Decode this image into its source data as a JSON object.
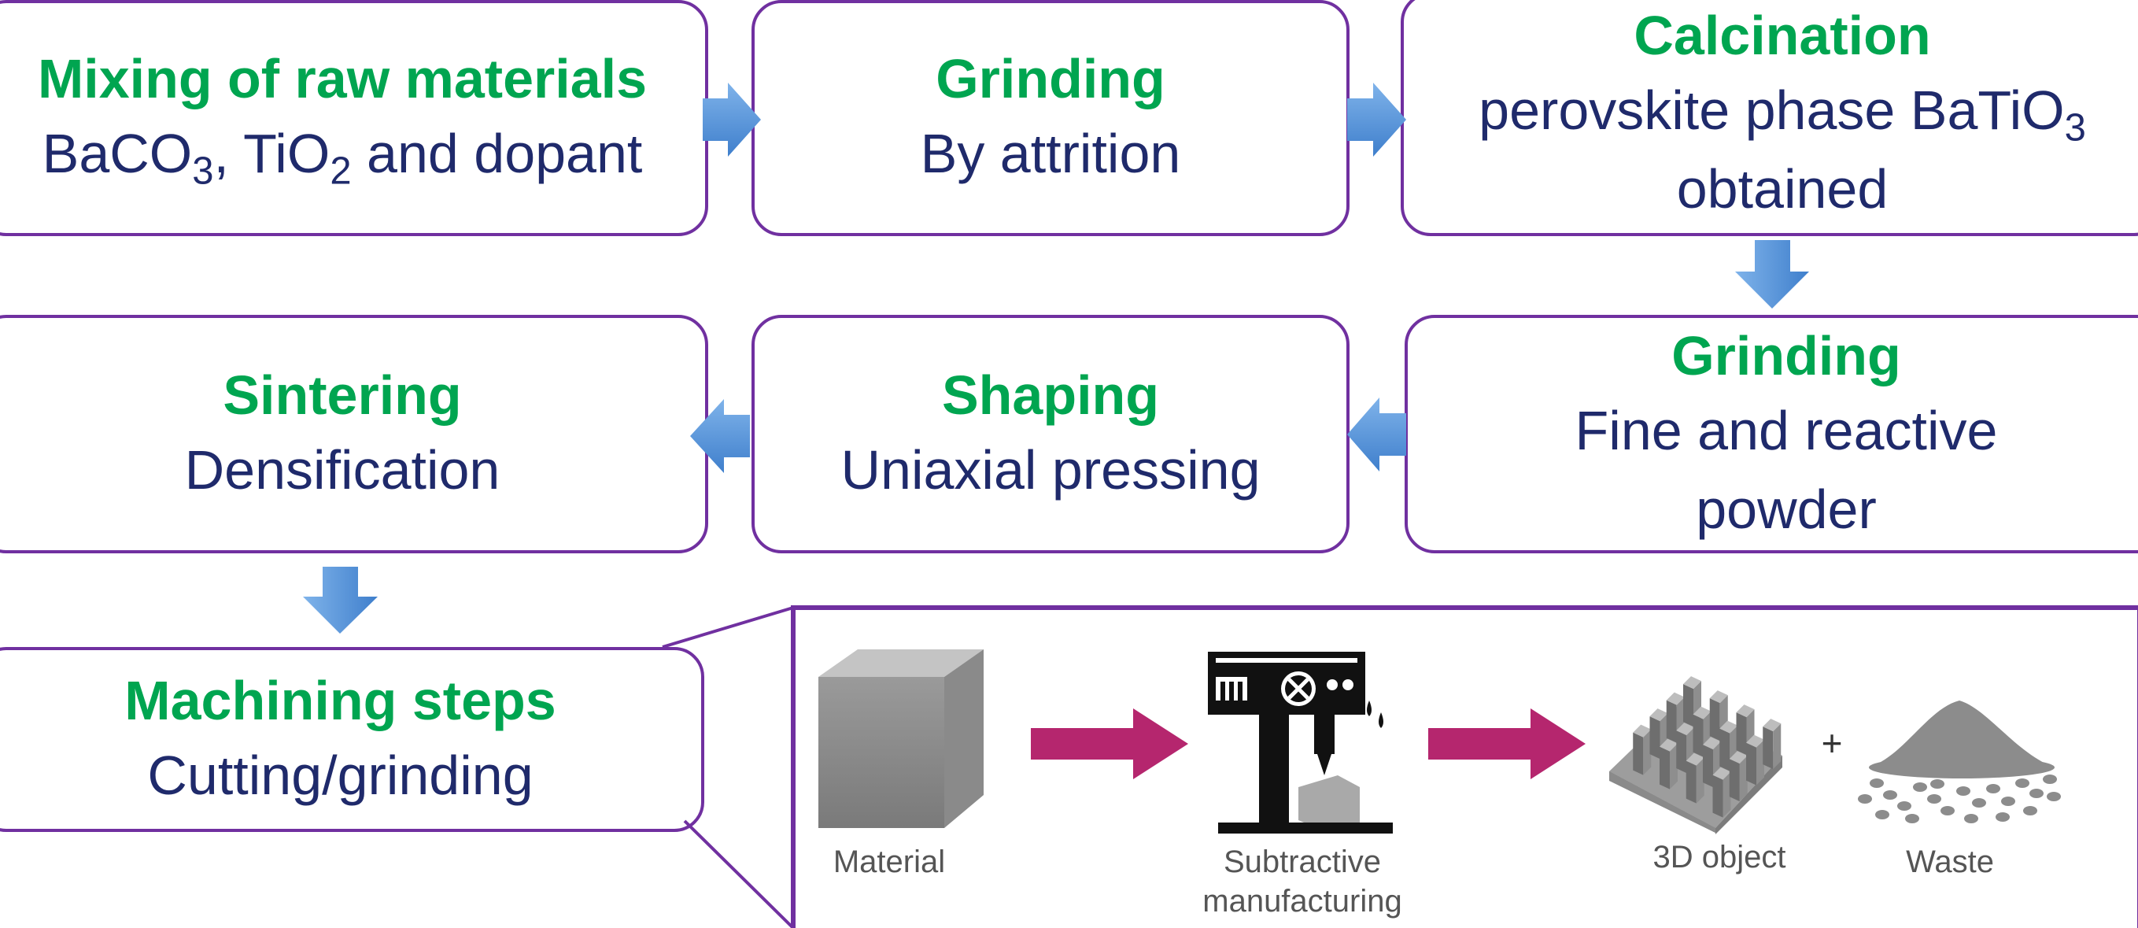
{
  "steps": {
    "mixing": {
      "title": "Mixing of raw materials",
      "desc_pre": "BaCO",
      "sub1": "3",
      "desc_mid1": ", TiO",
      "sub2": "2",
      "desc_post": " and dopant"
    },
    "grinding1": {
      "title": "Grinding",
      "desc": "By attrition"
    },
    "calcination": {
      "title": "Calcination",
      "desc_pre": "perovskite phase BaTiO",
      "sub": "3",
      "desc_line2": "obtained"
    },
    "grinding2": {
      "title": "Grinding",
      "desc_line1": "Fine and reactive",
      "desc_line2": "powder"
    },
    "shaping": {
      "title": "Shaping",
      "desc": "Uniaxial pressing"
    },
    "sintering": {
      "title": "Sintering",
      "desc": "Densification"
    },
    "machining": {
      "title": "Machining steps",
      "desc": "Cutting/grinding"
    }
  },
  "inset": {
    "material": "Material",
    "subtractive_line1": "Subtractive",
    "subtractive_line2": "manufacturing",
    "object": "3D object",
    "plus": "+",
    "waste": "Waste"
  },
  "colors": {
    "border": "#7030a0",
    "title": "#00a550",
    "text": "#1f2a6b",
    "flow_arrow": "#4a8fd6",
    "process_arrow": "#b5266e"
  }
}
